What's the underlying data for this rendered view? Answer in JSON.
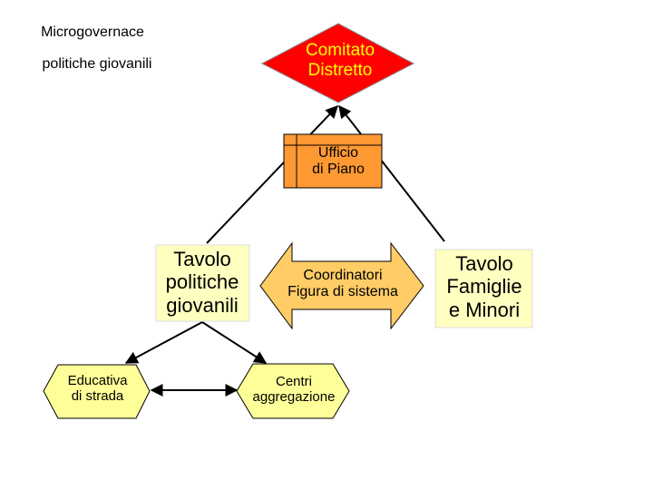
{
  "header": {
    "line1": "Microgovernace",
    "line2": "politiche giovanili"
  },
  "nodes": {
    "comitato": {
      "text": "Comitato\nDistretto",
      "shape": "diamond",
      "fill": "#ff0000",
      "text_color": "#ffff00"
    },
    "ufficio": {
      "text": "Ufficio\ndi Piano",
      "shape": "rectangle",
      "fill": "#ff9933"
    },
    "tavolo_politiche": {
      "text": "Tavolo\npolitiche\ngiovanili",
      "shape": "rectangle",
      "fill": "#ffffc0"
    },
    "coordinatori": {
      "text": "Coordinatori\nFigura di sistema",
      "shape": "double-arrow",
      "fill": "#ffcc66"
    },
    "tavolo_famiglie": {
      "text": "Tavolo\nFamiglie\ne Minori",
      "shape": "rectangle",
      "fill": "#ffffc0"
    },
    "educativa": {
      "text": "Educativa\ndi strada",
      "shape": "hexagon",
      "fill": "#ffff99"
    },
    "centri": {
      "text": "Centri\naggregazione",
      "shape": "hexagon",
      "fill": "#ffff99"
    }
  },
  "connections": [
    {
      "from": "tavolo_politiche",
      "to": "comitato",
      "type": "arrow"
    },
    {
      "from": "tavolo_famiglie",
      "to": "comitato",
      "type": "arrow"
    },
    {
      "from": "tavolo_politiche",
      "to": "educativa",
      "type": "arrow"
    },
    {
      "from": "tavolo_politiche",
      "to": "centri",
      "type": "arrow"
    },
    {
      "from": "educativa",
      "to": "centri",
      "type": "double-arrow"
    }
  ],
  "colors": {
    "stroke": "#000000",
    "background": "#ffffff"
  }
}
